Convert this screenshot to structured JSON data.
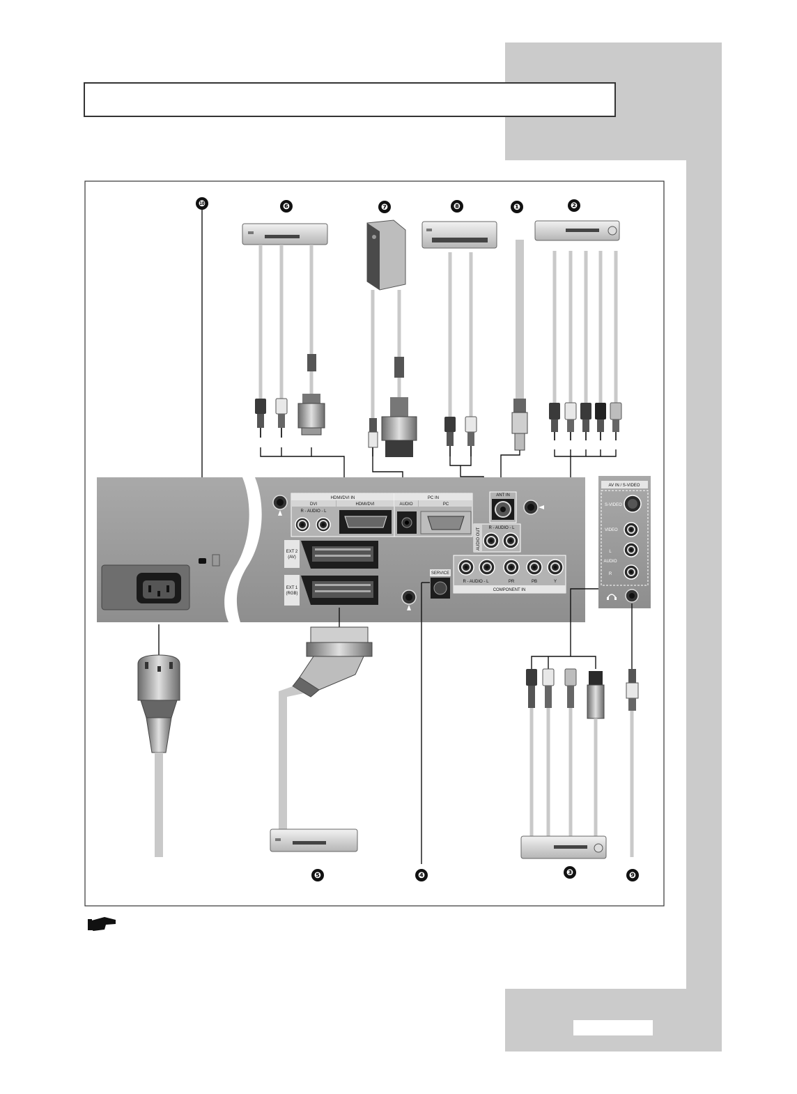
{
  "badges": {
    "b1": "❶",
    "b2": "❷",
    "b3": "❸",
    "b4": "❹",
    "b5": "❺",
    "b6": "❻",
    "b7": "❼",
    "b8": "❽",
    "b9": "❾",
    "b10": "❿"
  },
  "panel": {
    "hdmi_dvi_in": "HDMI/DVI IN",
    "dvi": "DVI",
    "dvi_audio": "R - AUDIO - L",
    "hdmi_dvi": "HDMI/DVI",
    "pc_in": "PC IN",
    "audio": "AUDIO",
    "pc": "PC",
    "ant_in": "ANT IN",
    "audio_out": "AUDIO OUT",
    "audio_out_rl": "R - AUDIO - L",
    "ext2": "EXT 2",
    "ext2_sub": "(AV)",
    "ext1": "EXT 1",
    "ext1_sub": "(RGB)",
    "service": "SERVICE",
    "comp_audio": "R - AUDIO - L",
    "pr": "PR",
    "pb": "PB",
    "y": "Y",
    "component_in": "COMPONENT IN"
  },
  "side_panel": {
    "title": "AV IN / S-VIDEO",
    "svideo": "S-VIDEO",
    "video": "VIDEO",
    "l": "L",
    "audio": "AUDIO",
    "r": "R"
  },
  "colors": {
    "panel_gray": "#9a9a9a",
    "sidebar_gray": "#cbcbcb",
    "text": "#111111"
  }
}
